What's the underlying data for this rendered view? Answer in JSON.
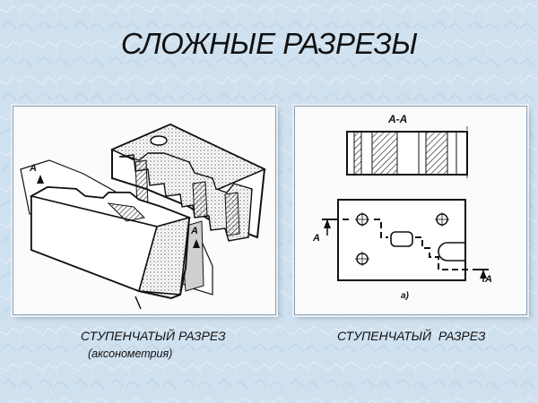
{
  "title": "СЛОЖНЫЕ РАЗРЕЗЫ",
  "left_figure": {
    "label_a_left": "A",
    "label_a_right": "A",
    "caption": "СТУПЕНЧАТЫЙ РАЗРЕЗ",
    "subcaption": "(аксонометрия)"
  },
  "right_figure": {
    "section_label": "A-A",
    "arrow_label_left": "A",
    "arrow_label_right": "A",
    "figure_label": "а)",
    "caption": "СТУПЕНЧАТЫЙ  РАЗРЕЗ"
  }
}
